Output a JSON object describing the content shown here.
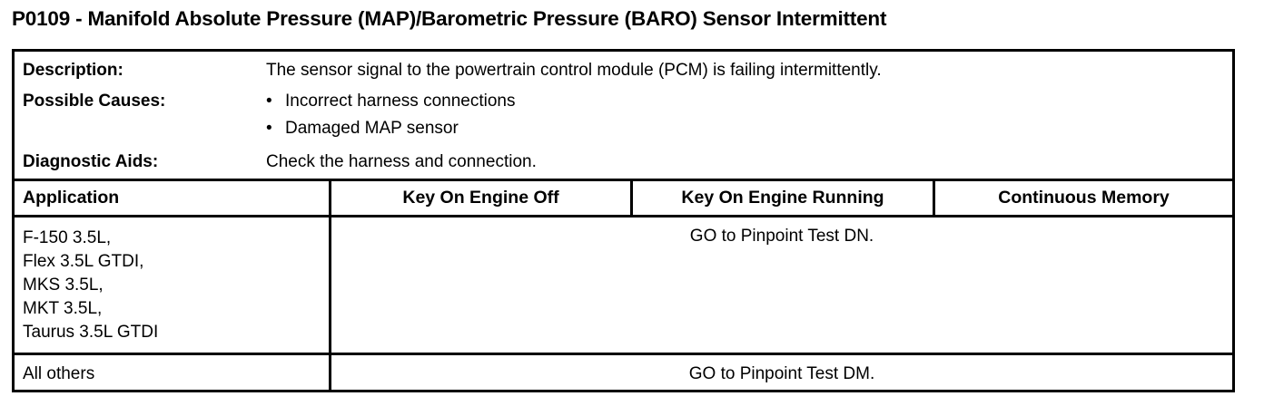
{
  "document": {
    "title": "P0109 - Manifold Absolute Pressure (MAP)/Barometric Pressure (BARO) Sensor Intermittent",
    "code": "P0109"
  },
  "info": {
    "description_label": "Description:",
    "description_value": "The sensor signal to the powertrain control module (PCM) is failing intermittently.",
    "causes_label": "Possible Causes:",
    "causes": [
      "Incorrect harness connections",
      "Damaged MAP sensor"
    ],
    "bullet_glyph": "•",
    "aids_label": "Diagnostic Aids:",
    "aids_value": "Check the harness and connection."
  },
  "table": {
    "headers": {
      "application": "Application",
      "key_on_engine_off": "Key On Engine Off",
      "key_on_engine_running": "Key On Engine Running",
      "continuous_memory": "Continuous Memory"
    },
    "rows": [
      {
        "application_lines": [
          "F-150 3.5L,",
          "Flex 3.5L GTDI,",
          "MKS 3.5L,",
          "MKT 3.5L,",
          "Taurus 3.5L GTDI"
        ],
        "result": "GO to Pinpoint Test DN."
      },
      {
        "application_lines": [
          "All others"
        ],
        "result": "GO to Pinpoint Test DM."
      }
    ]
  },
  "colors": {
    "ink": "#000000",
    "paper": "#ffffff"
  }
}
